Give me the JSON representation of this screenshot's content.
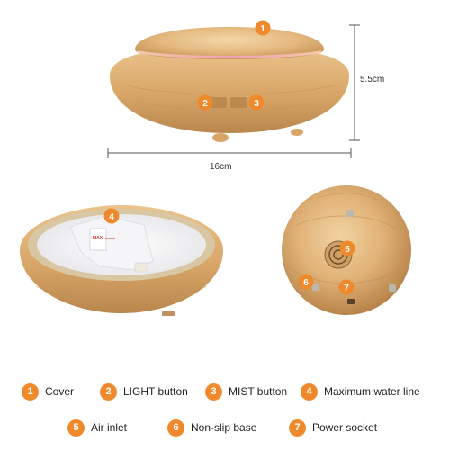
{
  "dimensions": {
    "height": "5.5cm",
    "width": "16cm"
  },
  "callout_numbers": [
    "1",
    "2",
    "3",
    "4",
    "5",
    "6",
    "7"
  ],
  "product_text": {
    "max_label": "MAX"
  },
  "legend": [
    {
      "num": "1",
      "label": "Cover"
    },
    {
      "num": "2",
      "label": "LIGHT button"
    },
    {
      "num": "3",
      "label": "MIST button"
    },
    {
      "num": "4",
      "label": "Maximum water line"
    },
    {
      "num": "5",
      "label": "Air inlet"
    },
    {
      "num": "6",
      "label": "Non-slip base"
    },
    {
      "num": "7",
      "label": "Power socket"
    }
  ],
  "colors": {
    "badge": "#ef8a2c",
    "wood_light": "#e6bd84",
    "wood_dark": "#c08f53",
    "glow": "#e89aa8"
  }
}
